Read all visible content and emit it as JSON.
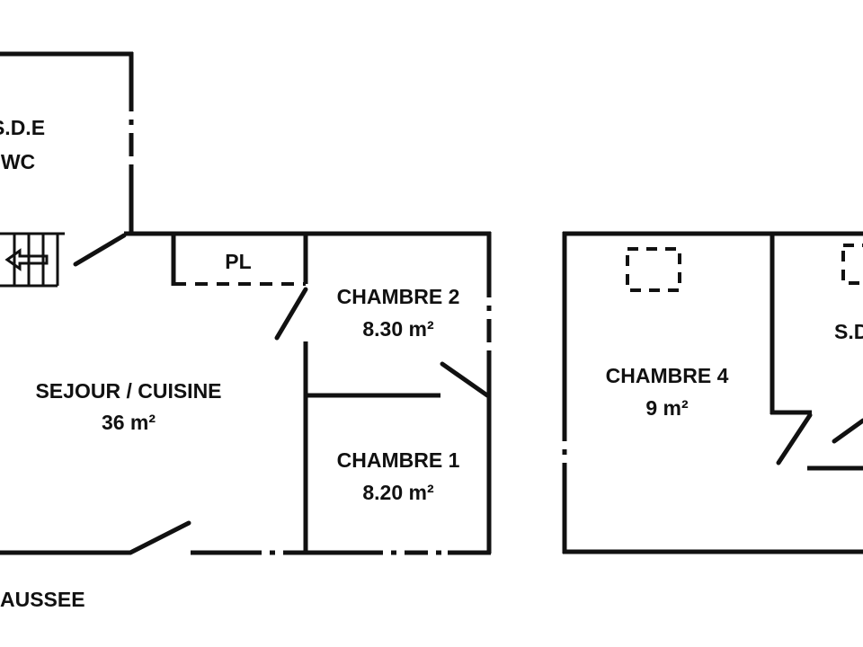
{
  "rooms": {
    "sde": {
      "name": "S.D.E",
      "sub": "WC"
    },
    "pl": {
      "name": "PL"
    },
    "sejour": {
      "name": "SEJOUR / CUISINE",
      "area": "36 m²"
    },
    "chambre2": {
      "name": "CHAMBRE 2",
      "area": "8.30 m²"
    },
    "chambre1": {
      "name": "CHAMBRE 1",
      "area": "8.20 m²"
    },
    "chambre4": {
      "name": "CHAMBRE 4",
      "area": "9 m²"
    },
    "sd_right": {
      "name": "S.D"
    }
  },
  "level_label": "AUSSEE"
}
